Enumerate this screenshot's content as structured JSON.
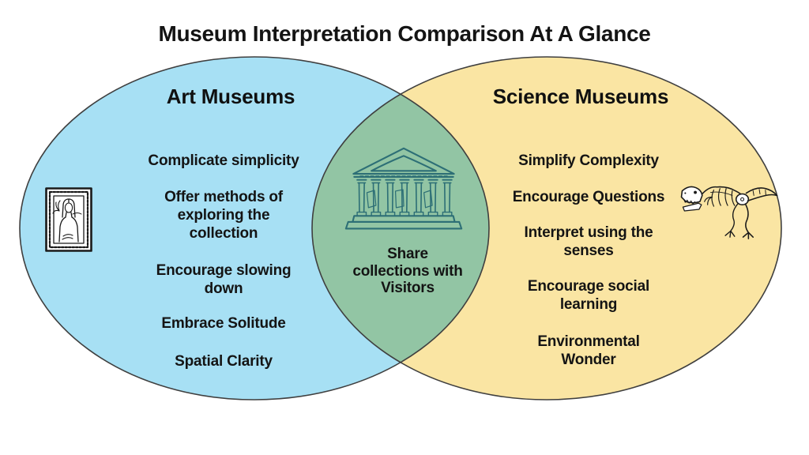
{
  "title": "Museum Interpretation Comparison At A Glance",
  "diagram": {
    "type": "venn",
    "left": {
      "label": "Art Museums",
      "items": [
        "Complicate simplicity",
        "Offer methods of\nexploring the\ncollection",
        "Encourage slowing\ndown",
        "Embrace Solitude",
        "Spatial Clarity"
      ]
    },
    "right": {
      "label": "Science Museums",
      "items": [
        "Simplify Complexity",
        "Encourage Questions",
        "Interpret using the\nsenses",
        "Encourage social\nlearning",
        "Environmental\nWonder"
      ]
    },
    "overlap": {
      "label": "Share\ncollections with\nVisitors"
    }
  },
  "icons": {
    "framed_portrait": "framed-portrait-sketch",
    "museum_temple": "museum-temple-sketch",
    "trex_skeleton": "trex-skeleton-sketch"
  },
  "colors": {
    "left_fill": "#a7e0f4",
    "right_fill": "#fae5a3",
    "overlap_fill": "#92c5a4",
    "outline": "#3f3f3f",
    "temple_ink": "#2d6f76",
    "sketch_ink": "#1a1a1a",
    "text": "#141414"
  }
}
